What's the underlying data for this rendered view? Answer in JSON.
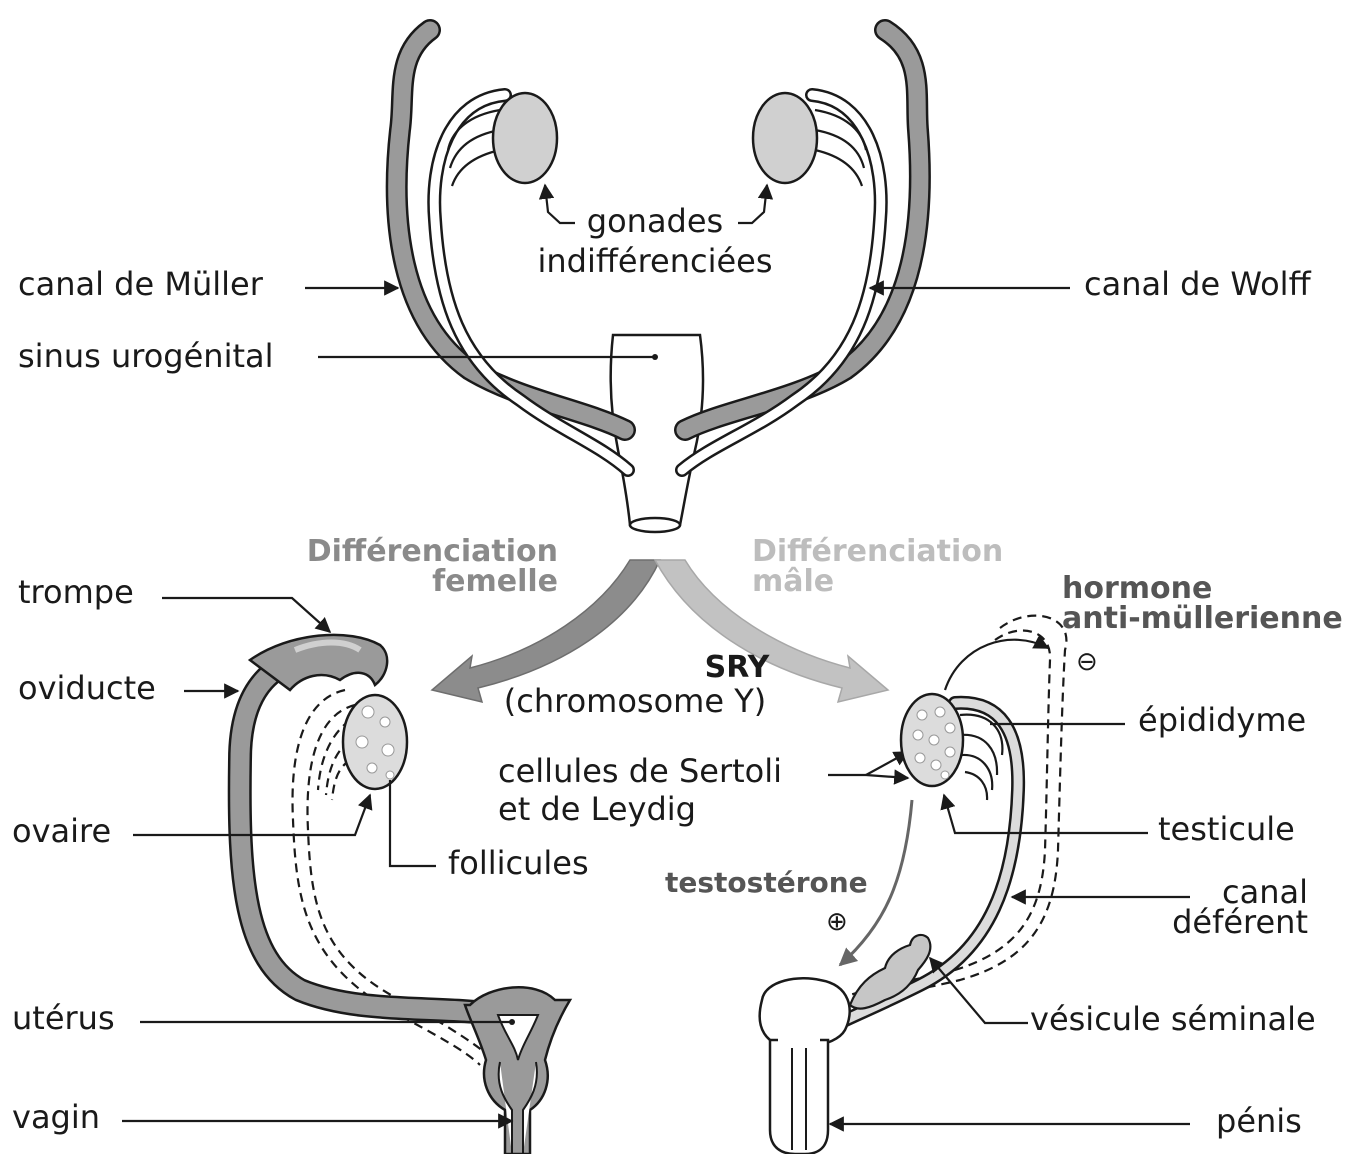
{
  "colors": {
    "female_arrow": "#8c8c8c",
    "male_arrow": "#c2c2c2",
    "duct_fill": "#9a9a9a",
    "organ_fill": "#dcdcdc",
    "outline": "#1a1a1a"
  },
  "top": {
    "gonades": [
      "gonades",
      "indifférenciées"
    ],
    "canal_muller": "canal de Müller",
    "canal_wolff": "canal de Wolff",
    "sinus": "sinus urogénital"
  },
  "center": {
    "diff_femelle": [
      "Différenciation",
      "femelle"
    ],
    "diff_male": [
      "Différenciation",
      "mâle"
    ],
    "sry": "SRY",
    "chromosome": "(chromosome Y)",
    "cellules": [
      "cellules de Sertoli",
      "et de Leydig"
    ],
    "testosterone": "testostérone",
    "plus": "⊕"
  },
  "female": {
    "trompe": "trompe",
    "oviducte": "oviducte",
    "ovaire": "ovaire",
    "follicules": "follicules",
    "uterus": "utérus",
    "vagin": "vagin"
  },
  "male": {
    "hormone": [
      "hormone",
      "anti-müllerienne"
    ],
    "minus": "⊖",
    "epididyme": "épididyme",
    "testicule": "testicule",
    "canal_deferent": [
      "canal",
      "déférent"
    ],
    "vesicule": "vésicule séminale",
    "penis": "pénis"
  },
  "icons": [
    "arrow-female-icon",
    "arrow-male-icon",
    "plus-sign-icon",
    "minus-sign-icon"
  ]
}
